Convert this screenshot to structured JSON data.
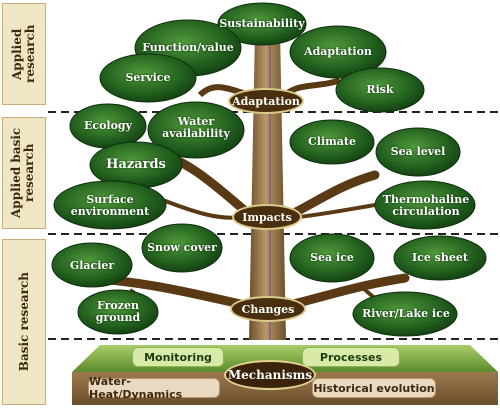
{
  "side_labels": {
    "applied": "Applied research",
    "applied_basic": "Applied basic research",
    "basic": "Basic research"
  },
  "top": {
    "sustainability": "Sustainability",
    "function_value": "Function/value",
    "adaptation_leaf": "Adaptation",
    "service": "Service",
    "risk": "Risk",
    "adaptation_node": "Adaptation"
  },
  "middle": {
    "ecology": "Ecology",
    "water_availability": "Water availability",
    "hazards": "Hazards",
    "surface_environment": "Surface environment",
    "climate": "Climate",
    "sea_level": "Sea level",
    "thermohaline": "Thermohaline circulation",
    "impacts_node": "Impacts"
  },
  "lower": {
    "snow_cover": "Snow cover",
    "glacier": "Glacier",
    "frozen_ground": "Frozen ground",
    "sea_ice": "Sea ice",
    "ice_sheet": "Ice sheet",
    "river_lake_ice": "River/Lake ice",
    "changes_node": "Changes"
  },
  "base": {
    "monitoring": "Monitoring",
    "processes": "Processes",
    "mechanisms": "Mechanisms",
    "water_heat": "Water-Heat/Dynamics",
    "historical": "Historical evolution"
  },
  "colors": {
    "foliage": "#1f5a1c",
    "foliage_light": "#4f9a3a",
    "trunk": "#8a6b3d",
    "branch": "#5a3a14",
    "grass": "#7fb24a",
    "soil": "#8a6a43"
  }
}
